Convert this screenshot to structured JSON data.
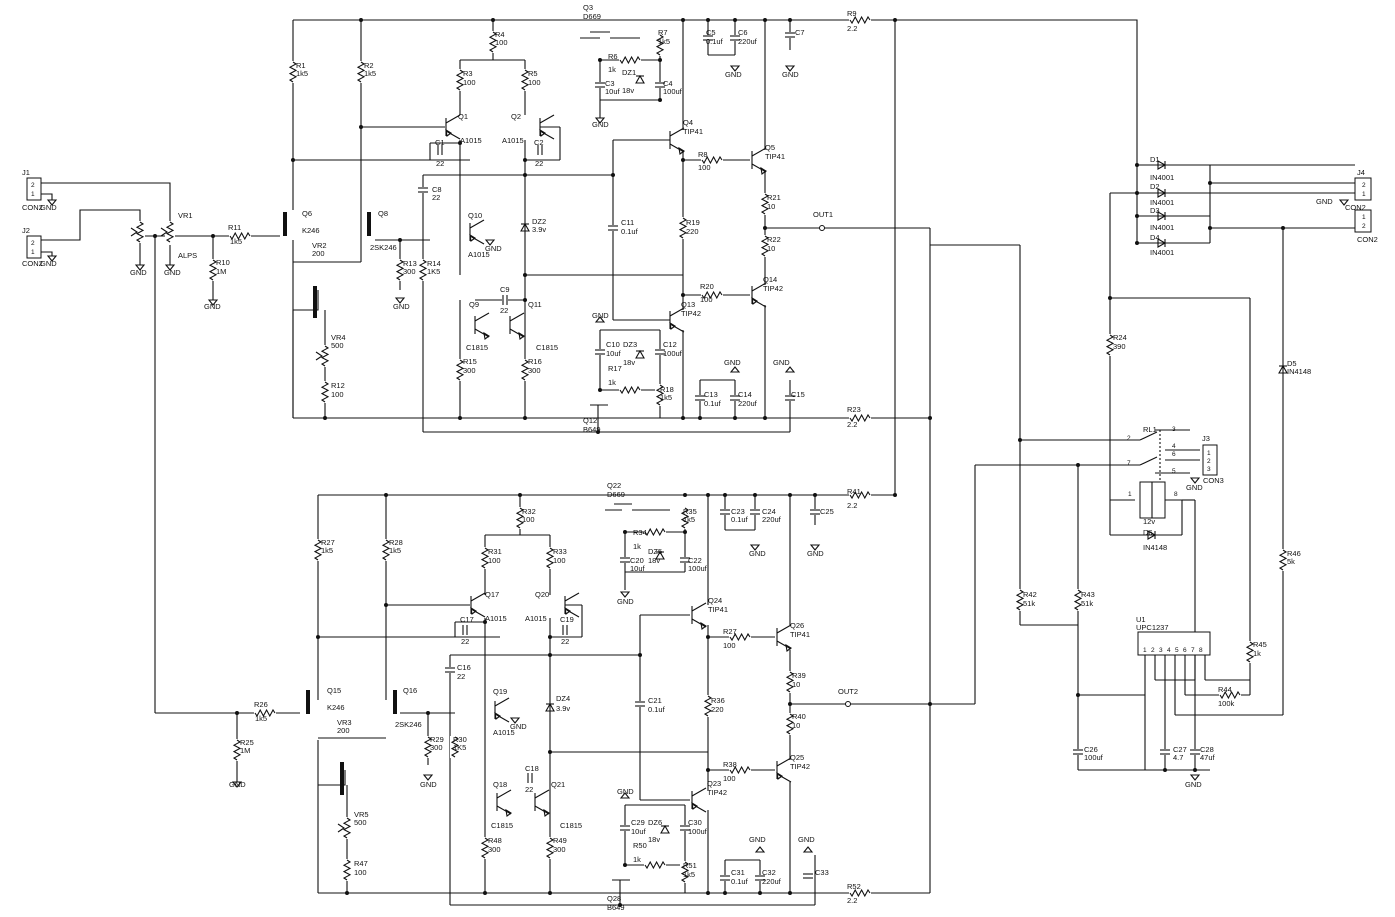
{
  "connectors": {
    "j1": {
      "ref": "J1",
      "pin_a": "2",
      "pin_b": "1",
      "label": "CON2",
      "gnd": "GND"
    },
    "j2": {
      "ref": "J2",
      "pin_a": "2",
      "pin_b": "1",
      "label": "CON2",
      "gnd": "GND"
    },
    "j3": {
      "ref": "J3",
      "pins": [
        "1",
        "2",
        "3"
      ],
      "label": "CON3"
    },
    "j4": {
      "ref": "J4",
      "pin_a": "2",
      "pin_b": "1",
      "label": "CON2",
      "gnd": "GND"
    },
    "j5": {
      "pin_a": "1",
      "pin_b": "2",
      "label": "CON2"
    }
  },
  "gnd_label": "GND",
  "input": {
    "vr1": {
      "ref": "VR1",
      "value": "ALPS"
    },
    "r11": {
      "ref": "R11",
      "value": "1k5"
    },
    "r10": {
      "ref": "R10",
      "value": "1M"
    },
    "r26": {
      "ref": "R26",
      "value": "1k5"
    },
    "r25": {
      "ref": "R25",
      "value": "1M"
    }
  },
  "top_channel": {
    "r1": {
      "ref": "R1",
      "value": "1k5"
    },
    "r2": {
      "ref": "R2",
      "value": "1k5"
    },
    "q6": {
      "ref": "Q6",
      "value": "K246"
    },
    "q8": {
      "ref": "Q8",
      "value": "2SK246"
    },
    "vr2": {
      "ref": "VR2",
      "value": "200"
    },
    "vr4": {
      "ref": "VR4",
      "value": "500"
    },
    "r12": {
      "ref": "R12",
      "value": "100"
    },
    "r13": {
      "ref": "R13",
      "value": "300"
    },
    "r14": {
      "ref": "R14",
      "value": "1K5"
    },
    "c8": {
      "ref": "C8",
      "value": "22"
    },
    "r4": {
      "ref": "R4",
      "value": "100"
    },
    "r3": {
      "ref": "R3",
      "value": "100"
    },
    "r5": {
      "ref": "R5",
      "value": "100"
    },
    "q1": {
      "ref": "Q1",
      "value": "A1015"
    },
    "q2": {
      "ref": "Q2",
      "value": "A1015"
    },
    "c1": {
      "ref": "C1",
      "value": "22"
    },
    "c2": {
      "ref": "C2",
      "value": "22"
    },
    "q10": {
      "ref": "Q10",
      "value": "A1015"
    },
    "dz2": {
      "ref": "DZ2",
      "value": "3.9v"
    },
    "q9": {
      "ref": "Q9",
      "value": "C1815"
    },
    "q11": {
      "ref": "Q11",
      "value": "C1815"
    },
    "c9": {
      "ref": "C9",
      "value": "22"
    },
    "r15": {
      "ref": "R15",
      "value": "300"
    },
    "r16": {
      "ref": "R16",
      "value": "300"
    },
    "q3": {
      "ref": "Q3",
      "value": "D669"
    },
    "r6": {
      "ref": "R6",
      "value": "1k"
    },
    "r7": {
      "ref": "R7",
      "value": "1k5"
    },
    "dz1": {
      "ref": "DZ1",
      "value": "18v"
    },
    "c3": {
      "ref": "C3",
      "value": "10uf"
    },
    "c4": {
      "ref": "C4",
      "value": "100uf"
    },
    "c5": {
      "ref": "C5",
      "value": "0.1uf"
    },
    "c6": {
      "ref": "C6",
      "value": "220uf"
    },
    "c7": {
      "ref": "C7",
      "value": ""
    },
    "r9": {
      "ref": "R9",
      "value": "2.2"
    },
    "q4": {
      "ref": "Q4",
      "value": "TIP41"
    },
    "q5": {
      "ref": "Q5",
      "value": "TIP41"
    },
    "r8": {
      "ref": "R8",
      "value": "100"
    },
    "c11": {
      "ref": "C11",
      "value": "0.1uf"
    },
    "r19": {
      "ref": "R19",
      "value": "220"
    },
    "r21": {
      "ref": "R21",
      "value": "10"
    },
    "r22": {
      "ref": "R22",
      "value": "10"
    },
    "out": "OUT1",
    "q13": {
      "ref": "Q13",
      "value": "TIP42"
    },
    "q14": {
      "ref": "Q14",
      "value": "TIP42"
    },
    "r20": {
      "ref": "R20",
      "value": "100"
    },
    "c10": {
      "ref": "C10",
      "value": "10uf"
    },
    "dz3": {
      "ref": "DZ3",
      "value": "18v"
    },
    "c12": {
      "ref": "C12",
      "value": "100uf"
    },
    "r17": {
      "ref": "R17",
      "value": "1k"
    },
    "r18": {
      "ref": "R18",
      "value": "1k5"
    },
    "q12": {
      "ref": "Q12",
      "value": "B649"
    },
    "c13": {
      "ref": "C13",
      "value": "0.1uf"
    },
    "c14": {
      "ref": "C14",
      "value": "220uf"
    },
    "c15": {
      "ref": "C15",
      "value": ""
    },
    "r23": {
      "ref": "R23",
      "value": "2.2"
    }
  },
  "bottom_channel": {
    "r27": {
      "ref": "R27",
      "value": "1k5"
    },
    "r28": {
      "ref": "R28",
      "value": "1k5"
    },
    "q15": {
      "ref": "Q15",
      "value": "K246"
    },
    "q16": {
      "ref": "Q16",
      "value": "2SK246"
    },
    "vr3": {
      "ref": "VR3",
      "value": "200"
    },
    "vr5": {
      "ref": "VR5",
      "value": "500"
    },
    "r47": {
      "ref": "R47",
      "value": "100"
    },
    "r29": {
      "ref": "R29",
      "value": "300"
    },
    "r30": {
      "ref": "R30",
      "value": "1K5"
    },
    "c16": {
      "ref": "C16",
      "value": "22"
    },
    "r32": {
      "ref": "R32",
      "value": "100"
    },
    "r31": {
      "ref": "R31",
      "value": "100"
    },
    "r33": {
      "ref": "R33",
      "value": "100"
    },
    "q17": {
      "ref": "Q17",
      "value": "A1015"
    },
    "q20": {
      "ref": "Q20",
      "value": "A1015"
    },
    "c17": {
      "ref": "C17",
      "value": "22"
    },
    "c19": {
      "ref": "C19",
      "value": "22"
    },
    "q19": {
      "ref": "Q19",
      "value": "A1015"
    },
    "dz4": {
      "ref": "DZ4",
      "value": "3.9v"
    },
    "q18": {
      "ref": "Q18",
      "value": "C1815"
    },
    "q21": {
      "ref": "Q21",
      "value": "C1815"
    },
    "c18": {
      "ref": "C18",
      "value": "22"
    },
    "r48": {
      "ref": "R48",
      "value": "300"
    },
    "r49": {
      "ref": "R49",
      "value": "300"
    },
    "q22": {
      "ref": "Q22",
      "value": "D669"
    },
    "r34": {
      "ref": "R34",
      "value": "1k"
    },
    "r35": {
      "ref": "R35",
      "value": "1k5"
    },
    "dz5": {
      "ref": "DZ5",
      "value": "18v"
    },
    "c20": {
      "ref": "C20",
      "value": "10uf"
    },
    "c22": {
      "ref": "C22",
      "value": "100uf"
    },
    "c23": {
      "ref": "C23",
      "value": "0.1uf"
    },
    "c24": {
      "ref": "C24",
      "value": "220uf"
    },
    "c25": {
      "ref": "C25",
      "value": ""
    },
    "r41": {
      "ref": "R41",
      "value": "2.2"
    },
    "q24": {
      "ref": "Q24",
      "value": "TIP41"
    },
    "q26": {
      "ref": "Q26",
      "value": "TIP41"
    },
    "r27b": {
      "ref": "R27",
      "value": "100"
    },
    "c21": {
      "ref": "C21",
      "value": "0.1uf"
    },
    "r36": {
      "ref": "R36",
      "value": "220"
    },
    "r39": {
      "ref": "R39",
      "value": "10"
    },
    "r40": {
      "ref": "R40",
      "value": "10"
    },
    "out": "OUT2",
    "q23": {
      "ref": "Q23",
      "value": "TIP42"
    },
    "q25": {
      "ref": "Q25",
      "value": "TIP42"
    },
    "r38": {
      "ref": "R38",
      "value": "100"
    },
    "c29": {
      "ref": "C29",
      "value": "10uf"
    },
    "dz6": {
      "ref": "DZ6",
      "value": "18v"
    },
    "c30": {
      "ref": "C30",
      "value": "100uf"
    },
    "r50": {
      "ref": "R50",
      "value": "1k"
    },
    "r51": {
      "ref": "R51",
      "value": "1k5"
    },
    "q28": {
      "ref": "Q28",
      "value": "B649"
    },
    "c31": {
      "ref": "C31",
      "value": "0.1uf"
    },
    "c32": {
      "ref": "C32",
      "value": "220uf"
    },
    "c33": {
      "ref": "C33",
      "value": ""
    },
    "r52": {
      "ref": "R52",
      "value": "2.2"
    }
  },
  "power": {
    "d1": {
      "ref": "D1",
      "value": "IN4001"
    },
    "d2": {
      "ref": "D2",
      "value": "IN4001"
    },
    "d3": {
      "ref": "D3",
      "value": "IN4001"
    },
    "d4": {
      "ref": "D4",
      "value": "IN4001"
    }
  },
  "protection": {
    "r24": {
      "ref": "R24",
      "value": "390"
    },
    "d5": {
      "ref": "D5",
      "value": "IN4148"
    },
    "rl1": {
      "ref": "RL1",
      "value": "12v",
      "pins": [
        "2",
        "3",
        "4",
        "6",
        "7",
        "5",
        "1",
        "8"
      ]
    },
    "d6": {
      "ref": "D6",
      "value": "IN4148"
    },
    "r42": {
      "ref": "R42",
      "value": "51k"
    },
    "r43": {
      "ref": "R43",
      "value": "51k"
    },
    "r45": {
      "ref": "R45",
      "value": "1k"
    },
    "r46": {
      "ref": "R46",
      "value": "5k"
    },
    "r44": {
      "ref": "R44",
      "value": "100k"
    },
    "u1": {
      "ref": "U1",
      "value": "UPC1237",
      "pins": [
        "1",
        "2",
        "3",
        "4",
        "5",
        "6",
        "7",
        "8"
      ]
    },
    "c26": {
      "ref": "C26",
      "value": "100uf"
    },
    "c27": {
      "ref": "C27",
      "value": "4.7"
    },
    "c28": {
      "ref": "C28",
      "value": "47uf"
    }
  }
}
